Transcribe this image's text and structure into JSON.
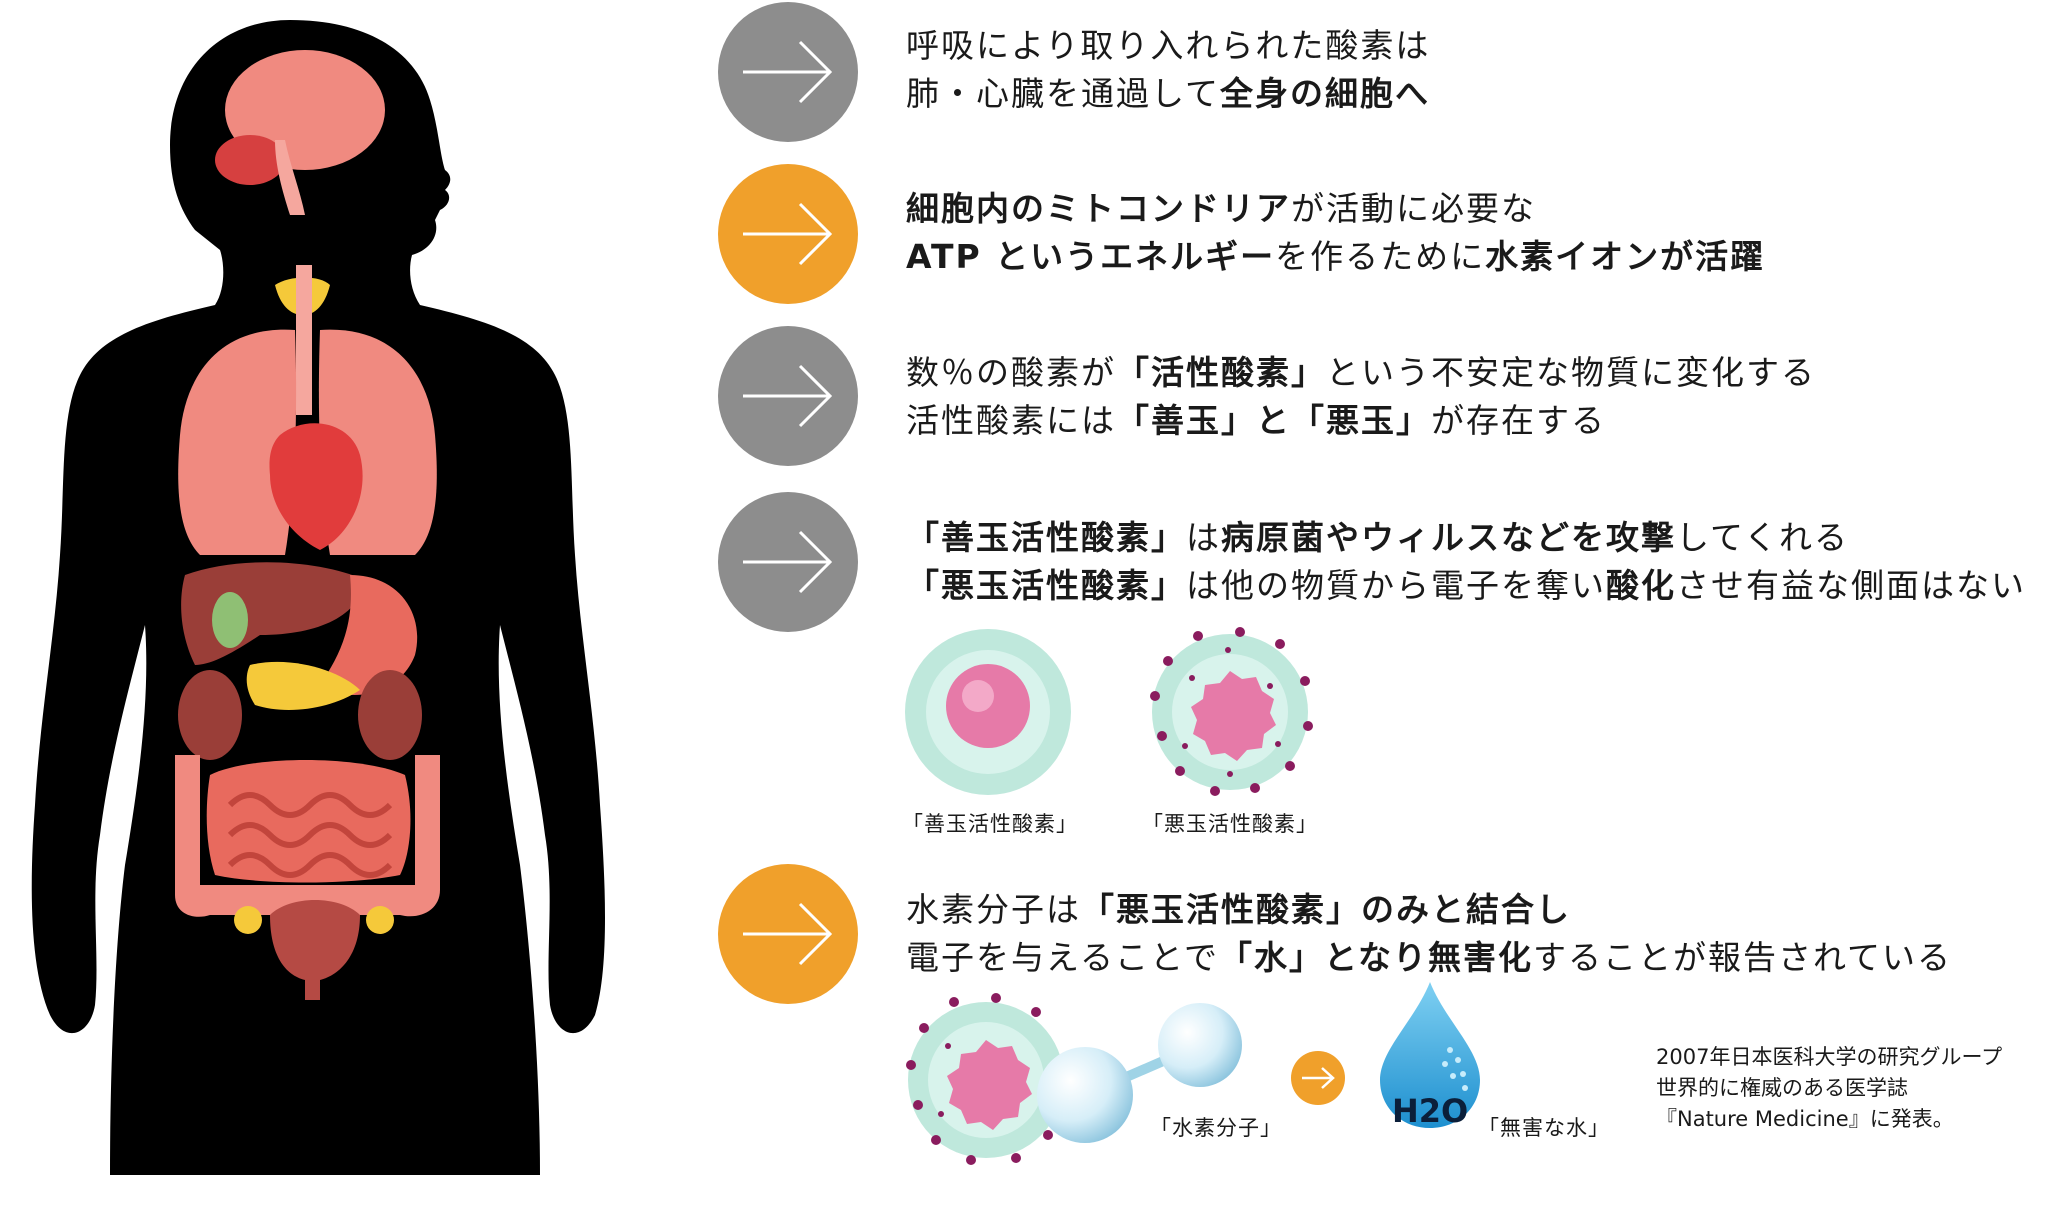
{
  "rows": [
    {
      "color": "#8d8d8d",
      "line1": [
        {
          "t": "呼吸により取り入れられた酸素は",
          "b": false
        }
      ],
      "line2": [
        {
          "t": "肺・心臓を通過して",
          "b": false
        },
        {
          "t": "全身の細胞へ",
          "b": true
        }
      ]
    },
    {
      "color": "#f0a02b",
      "line1": [
        {
          "t": "細胞内のミトコンドリア",
          "b": true
        },
        {
          "t": "が活動に必要な",
          "b": false
        }
      ],
      "line2": [
        {
          "t": "ATP というエネルギー",
          "b": true
        },
        {
          "t": "を作るために",
          "b": false
        },
        {
          "t": "水素イオンが活躍",
          "b": true
        }
      ]
    },
    {
      "color": "#8d8d8d",
      "line1": [
        {
          "t": "数％の酸素が",
          "b": false
        },
        {
          "t": "「活性酸素」",
          "b": true
        },
        {
          "t": "という不安定な物質に変化する",
          "b": false
        }
      ],
      "line2": [
        {
          "t": "活性酸素には",
          "b": false
        },
        {
          "t": "「善玉」と「悪玉」",
          "b": true
        },
        {
          "t": "が存在する",
          "b": false
        }
      ]
    },
    {
      "color": "#8d8d8d",
      "line1": [
        {
          "t": "「善玉活性酸素」",
          "b": true
        },
        {
          "t": "は",
          "b": false
        },
        {
          "t": "病原菌やウィルスなどを攻撃",
          "b": true
        },
        {
          "t": "してくれる",
          "b": false
        }
      ],
      "line2": [
        {
          "t": "「悪玉活性酸素」",
          "b": true
        },
        {
          "t": "は他の物質から電子を奪い",
          "b": false
        },
        {
          "t": "酸化",
          "b": true
        },
        {
          "t": "させ有益な側面はない",
          "b": false
        }
      ]
    },
    {
      "color": "#f0a02b",
      "line1": [
        {
          "t": "水素分子は",
          "b": false
        },
        {
          "t": "「悪玉活性酸素」",
          "b": true
        },
        {
          "t": "のみと結合し",
          "b": true
        }
      ],
      "line2": [
        {
          "t": "電子を与えることで",
          "b": false
        },
        {
          "t": "「水」となり無害化",
          "b": true
        },
        {
          "t": "することが報告されている",
          "b": false
        }
      ]
    }
  ],
  "captions": {
    "good_cell": "「善玉活性酸素」",
    "bad_cell": "「悪玉活性酸素」",
    "hydrogen": "「水素分子」",
    "water": "「無害な水」",
    "h2o_label": "H2O"
  },
  "note": {
    "line1": "2007年日本医科大学の研究グループ",
    "line2": "世界的に権威のある医学誌",
    "line3": "『Nature Medicine』に発表。"
  },
  "colors": {
    "gray_arrow": "#8d8d8d",
    "orange_arrow": "#f0a02b",
    "silhouette": "#000000",
    "organ_pink": "#f08a80",
    "cell_teal": "#bfe8dc",
    "nucleus_pink": "#e67aa8",
    "radical_purple": "#8a1c5e",
    "water_blue": "#3aaee6"
  }
}
